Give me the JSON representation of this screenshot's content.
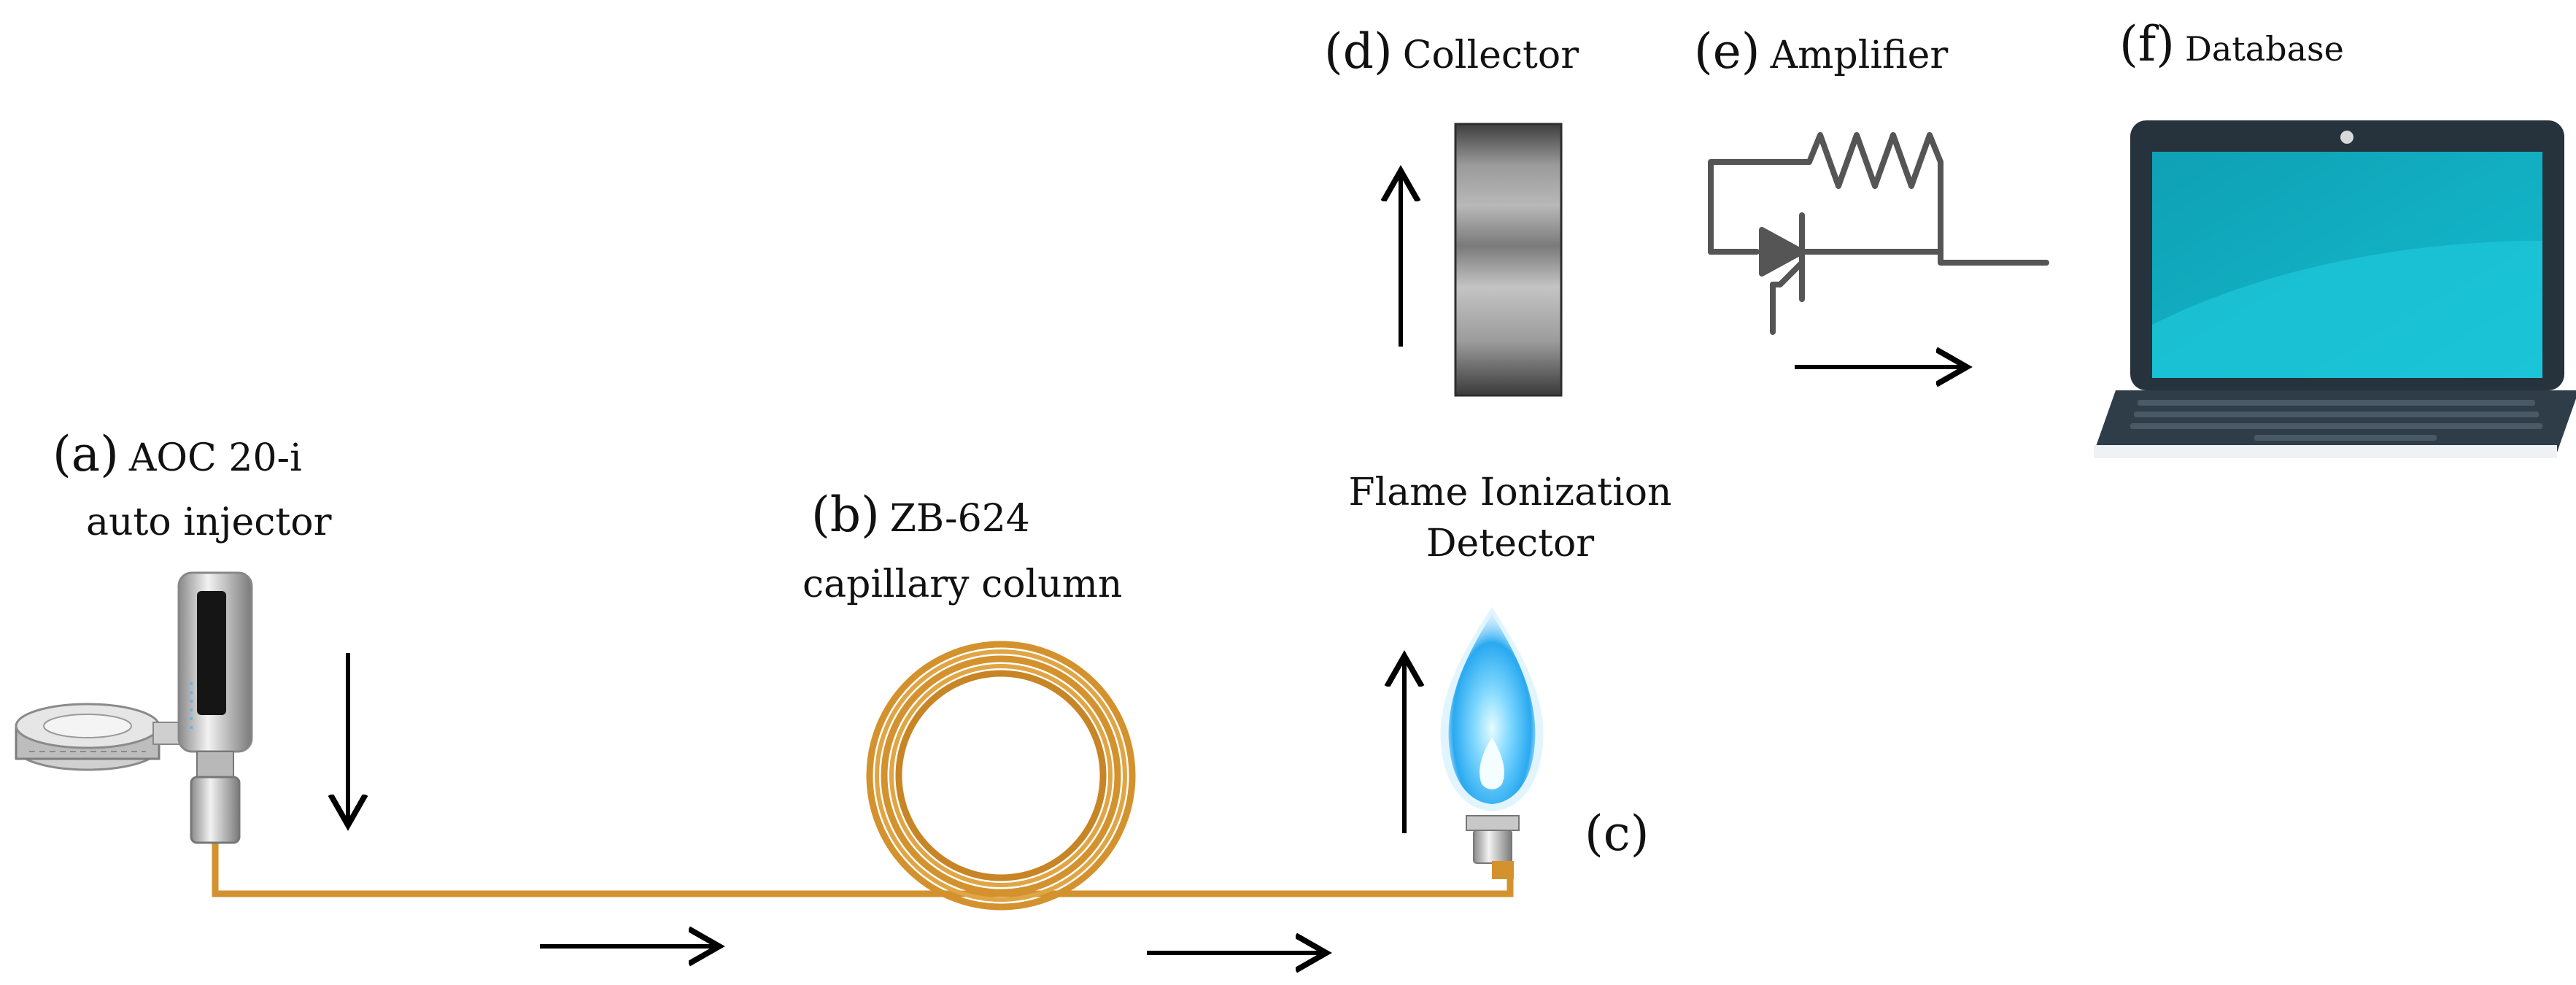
{
  "labels": {
    "a": {
      "letter": "(a)",
      "line1": "AOC 20-i",
      "line2": "auto injector"
    },
    "b": {
      "letter": "(b)",
      "line1": "ZB-624",
      "line2": "capillary column"
    },
    "c": {
      "letter": "(c)"
    },
    "detector": {
      "line1": "Flame Ionization",
      "line2": "Detector"
    },
    "d": {
      "letter": "(d)",
      "name": "Collector"
    },
    "e": {
      "letter": "(e)",
      "name": "Amplifier"
    },
    "f": {
      "letter": "(f)",
      "name": "Database"
    }
  },
  "colors": {
    "column": "#D4922E",
    "flame": "#29B6F6",
    "laptop_screen": "#14B4C8",
    "laptop_body": "#26323C",
    "amplifier": "#555555",
    "arrow": "#000000"
  },
  "icons": [
    "injector-icon",
    "capillary-coil-icon",
    "flame-burner-icon",
    "collector-plate-icon",
    "amplifier-circuit-icon",
    "laptop-icon"
  ]
}
